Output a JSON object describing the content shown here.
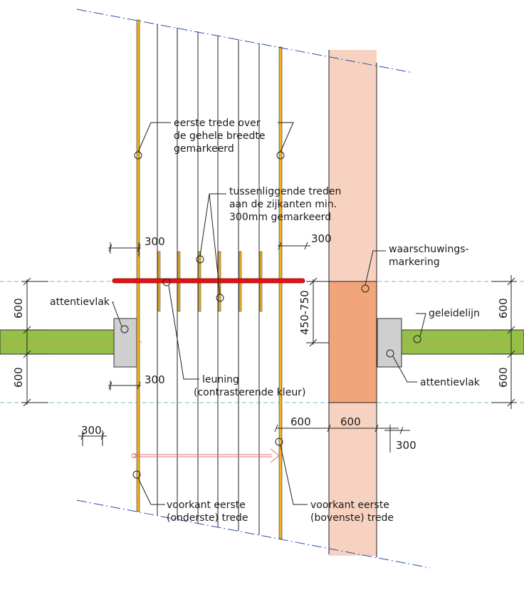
{
  "labels": {
    "eerste_trede_1": "eerste trede over",
    "eerste_trede_2": "de gehele breedte",
    "eerste_trede_3": "gemarkeerd",
    "tussen_1": "tussenliggende treden",
    "tussen_2": "aan de zijkanten min.",
    "tussen_3": "300mm gemarkeerd",
    "waarschuwing_1": "waarschuwings-",
    "waarschuwing_2": "markering",
    "attentievlak_left": "attentievlak",
    "attentievlak_right": "attentievlak",
    "geleidelijn": "geleidelijn",
    "leuning_1": "leuning",
    "leuning_2": "(contrasterende kleur)",
    "voorkant_onder_1": "voorkant eerste",
    "voorkant_onder_2": "(onderste) trede",
    "voorkant_boven_1": "voorkant eerste",
    "voorkant_boven_2": "(bovenste) trede"
  },
  "dims": {
    "d300_top_left": "300",
    "d300_top_right": "300",
    "d300_mid_left": "300",
    "d300_bottom_left": "300",
    "d300_bottom_right": "300",
    "d600_left_upper": "600",
    "d600_left_lower": "600",
    "d600_right_upper": "600",
    "d600_right_lower": "600",
    "d450_750": "450-750",
    "d600_bottom_a": "600",
    "d600_bottom_b": "600"
  },
  "colors": {
    "step_marking": "#f2b21a",
    "handrail": "#e01414",
    "guide_line": "#96bf47",
    "attention_area": "#cfcfcf",
    "warning_light": "#f8d2c0",
    "warning_dark": "#f2a47a"
  }
}
